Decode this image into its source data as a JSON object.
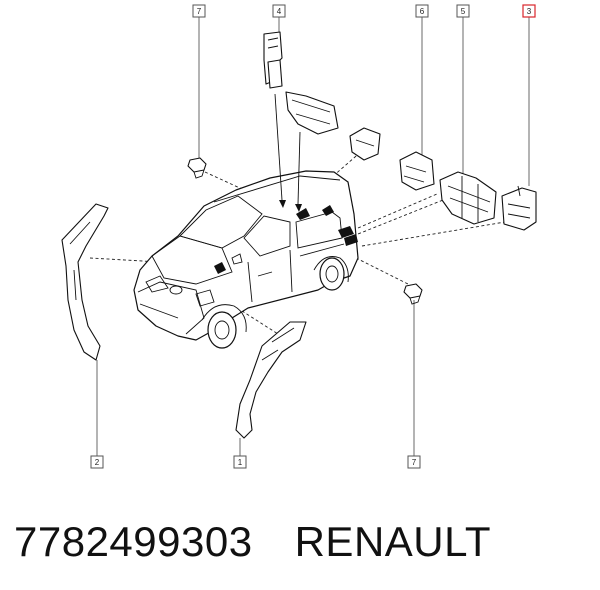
{
  "callouts": [
    {
      "label": "7",
      "highlight": false
    },
    {
      "label": "4",
      "highlight": false
    },
    {
      "label": "6",
      "highlight": false
    },
    {
      "label": "5",
      "highlight": false
    },
    {
      "label": "3",
      "highlight": true
    },
    {
      "label": "2",
      "highlight": false
    },
    {
      "label": "1",
      "highlight": false
    },
    {
      "label": "7",
      "highlight": false
    }
  ],
  "footer": {
    "part_number": "7782499303",
    "brand": "RENAULT"
  },
  "colors": {
    "highlight": "#d9262b",
    "line": "#111111"
  }
}
